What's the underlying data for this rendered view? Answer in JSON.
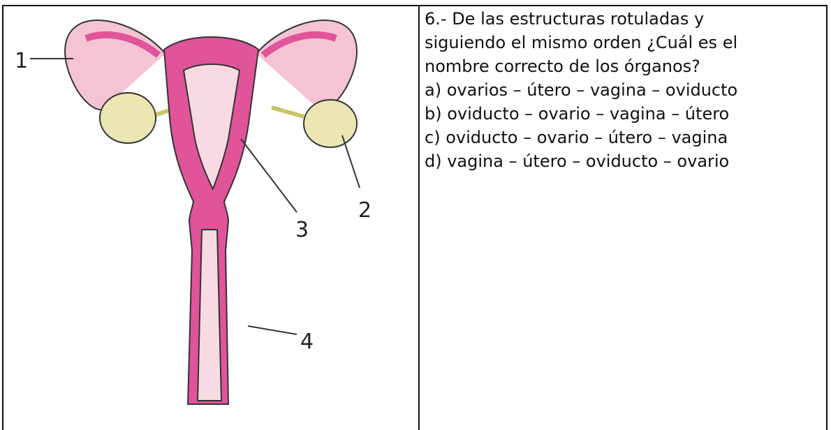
{
  "question": {
    "stem_line1": "6.- De las estructuras rotuladas  y",
    "stem_line2": "siguiendo el mismo orden ¿Cuál es el",
    "stem_line3": "nombre correcto de los órganos?",
    "options": [
      "a) ovarios – útero – vagina – oviducto",
      "b) oviducto – ovario – vagina – útero",
      "c) oviducto – ovario – útero – vagina",
      "d) vagina – útero – oviducto – ovario"
    ]
  },
  "diagram": {
    "labels": [
      "1",
      "2",
      "3",
      "4"
    ],
    "colors": {
      "tissue": "#e0549a",
      "tissue_light": "#f4c4d4",
      "cavity": "#f8dbe2",
      "ovary": "#ece6b4",
      "outline": "#333333"
    }
  }
}
